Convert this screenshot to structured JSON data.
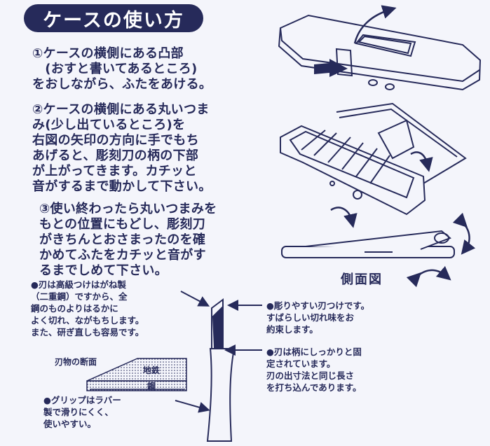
{
  "title": "ケースの使い方",
  "steps": [
    {
      "lines": [
        "①ケースの横側にある凸部",
        "　(おすと書いてあるところ)",
        "をおしながら、ふたをあける。"
      ]
    },
    {
      "lines": [
        "②ケースの横側にある丸いつま",
        "み(少し出ているところ)を",
        "右図の矢印の方向に手でもち",
        "あげると、彫刻刀の柄の下部",
        "が上がってきます。カチッと",
        "音がするまで動かして下さい。"
      ]
    },
    {
      "lines": [
        "③使い終わったら丸いつまみを",
        "もとの位置にもどし、彫刻刀",
        "がきちんとおさまったのを確",
        "かめてふたをカチッと音がす",
        "るまでしめて下さい。"
      ]
    }
  ],
  "side_view_caption": "側面図",
  "notes": {
    "blade_steel": [
      "●刃は高級つけはがね製",
      "（二重鋼）ですから、全",
      "鋼のものよりはるかに",
      "よく切れ、ながもちします。",
      "また、研ぎ直しも容易です。"
    ],
    "sharp_edge": [
      "●彫りやすい刃つけです。",
      "すばらしい切れ味をお",
      "約束します。"
    ],
    "fixed_blade": [
      "●刃は柄にしっかりと固",
      "定されています。",
      "刃の出寸法と同じ長さ",
      "を打ち込んであります。"
    ],
    "grip": [
      "●グリップはラバー",
      "製で滑りにくく、",
      "使いやすい。"
    ]
  },
  "cross_section": {
    "title": "刃物の断面",
    "upper_label": "地鉄",
    "lower_label": "鋼"
  },
  "colors": {
    "ink": "#262a5a",
    "background": "#f4f5fb",
    "title_text": "#ffffff"
  }
}
